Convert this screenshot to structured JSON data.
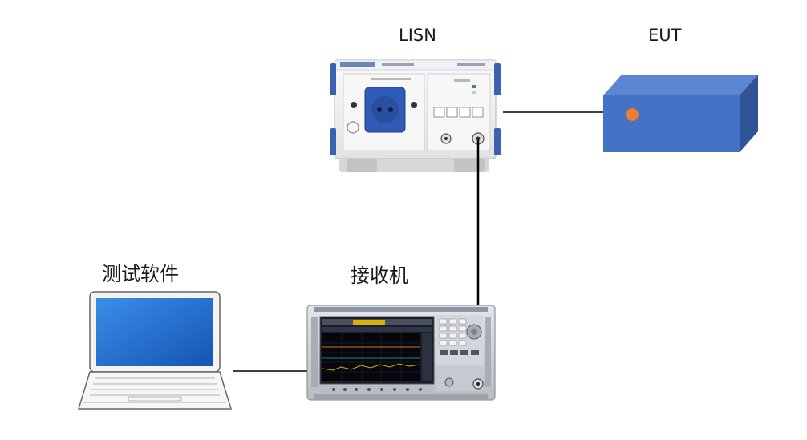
{
  "diagram": {
    "nodes": {
      "lisn": {
        "label": "LISN"
      },
      "eut": {
        "label": "EUT"
      },
      "software": {
        "label": "测试软件"
      },
      "receiver": {
        "label": "接收机"
      }
    },
    "edges": [
      {
        "from": "lisn",
        "to": "eut"
      },
      {
        "from": "lisn",
        "to": "receiver"
      },
      {
        "from": "software",
        "to": "receiver"
      }
    ],
    "colors": {
      "eut_box": "#4472c4",
      "eut_indicator": "#ed7d31",
      "lisn_socket": "#2f5bb7",
      "lisn_body": "#f2f2f2",
      "receiver_body": "#c9ccd1",
      "laptop_screen": "#1e66c9",
      "cable": "#000000"
    }
  }
}
